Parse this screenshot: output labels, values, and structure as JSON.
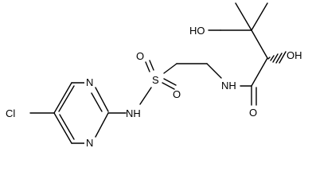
{
  "molecule": {
    "atoms": {
      "cl": "Cl",
      "n_ring_top": "N",
      "n_ring_bottom": "N",
      "nh_sulfonamide": "NH",
      "s": "S",
      "o_sulfonyl_top": "O",
      "o_sulfonyl_bottom": "O",
      "nh_amide": "NH",
      "o_carbonyl": "O",
      "oh_alpha": "OH",
      "ho_primary": "HO"
    }
  }
}
